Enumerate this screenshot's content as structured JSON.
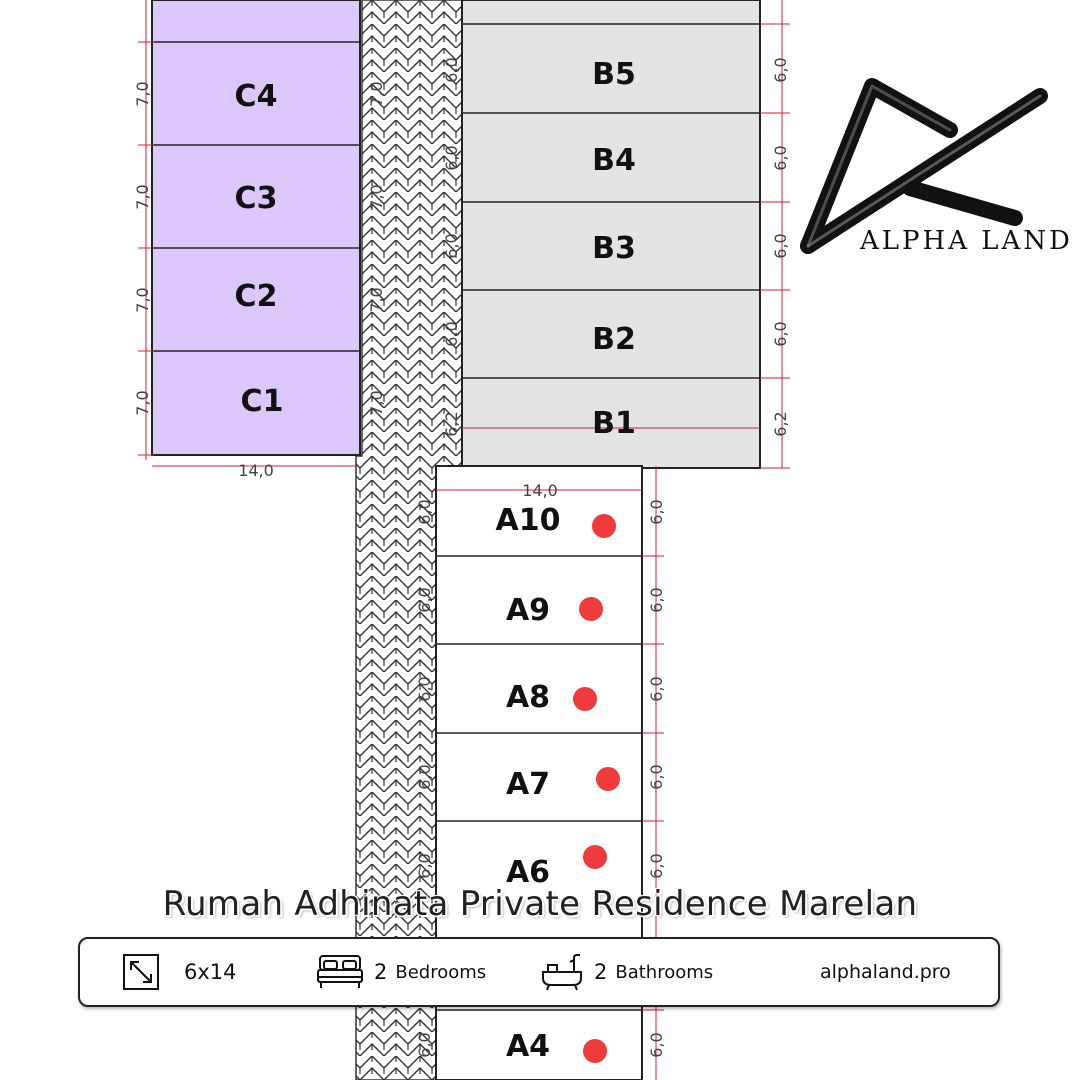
{
  "plan": {
    "blocks": {
      "C": {
        "fill": "#dcc8fa",
        "units": [
          "C4",
          "C3",
          "C2",
          "C1"
        ],
        "unit_depths": [
          "7,0",
          "7,0",
          "7,0",
          "7,0"
        ],
        "width": "14,0"
      },
      "B": {
        "fill": "#e4e4e4",
        "units": [
          "B5",
          "B4",
          "B3",
          "B2",
          "B1"
        ],
        "unit_depths": [
          "6,0",
          "6,0",
          "6,0",
          "6,0",
          "6,2"
        ],
        "width": ""
      },
      "A": {
        "fill": "#ffffff",
        "units": [
          "A10",
          "A9",
          "A8",
          "A7",
          "A6",
          "A4"
        ],
        "unit_depths": [
          "6,0",
          "6,0",
          "6,0",
          "6,0",
          "6,0",
          "6,0"
        ],
        "width": "14,0"
      }
    },
    "marker_color": "#ef3b3b",
    "road_label": "",
    "dim_color": "#d0202a"
  },
  "logo": {
    "text_main": "ALPHA",
    "text_second": "LAND"
  },
  "title": "Rumah Adhinata Private Residence Marelan",
  "info": {
    "size": "6x14",
    "bedrooms_count": "2",
    "bedrooms_label": "Bedrooms",
    "bathrooms_count": "2",
    "bathrooms_label": "Bathrooms",
    "website": "alphaland.pro"
  },
  "icons": {
    "size": "resize-diagonal-icon",
    "bed": "bed-icon",
    "bath": "bathtub-icon"
  }
}
